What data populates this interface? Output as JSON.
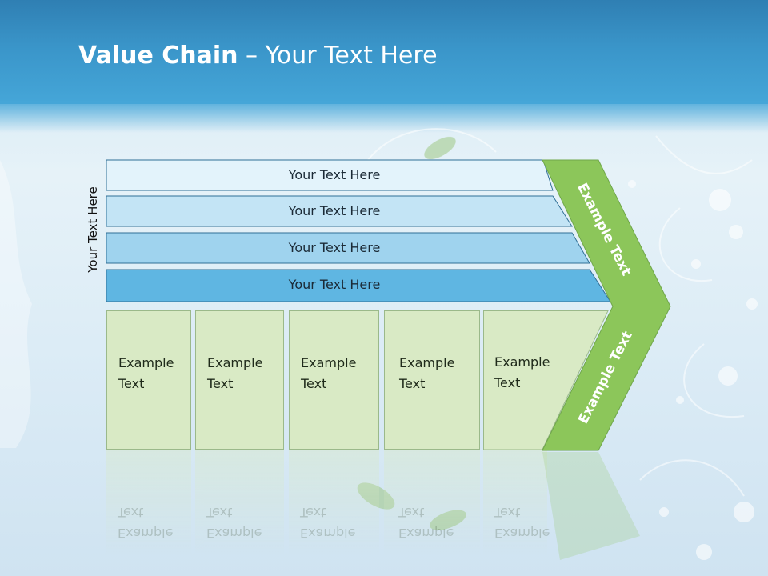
{
  "title": {
    "bold": "Value Chain",
    "rest": " – Your Text Here"
  },
  "side_label": "Your Text Here",
  "bands": [
    {
      "label": "Your Text Here",
      "fill": "#e3f3fb"
    },
    {
      "label": "Your Text Here",
      "fill": "#c3e4f5"
    },
    {
      "label": "Your Text Here",
      "fill": "#9fd3ee"
    },
    {
      "label": "Your Text Here",
      "fill": "#5fb6e2"
    }
  ],
  "boxes": [
    {
      "line1": "Example",
      "line2": "Text"
    },
    {
      "line1": "Example",
      "line2": "Text"
    },
    {
      "line1": "Example",
      "line2": "Text"
    },
    {
      "line1": "Example",
      "line2": "Text"
    },
    {
      "line1": "Example",
      "line2": "Text"
    }
  ],
  "chevron": {
    "top_label": "Example Text",
    "bottom_label": "Example Text",
    "fill": "#8cc65a"
  },
  "colors": {
    "header": "#3a95c9",
    "box_fill": "#d9eac5",
    "band_border": "#2f6f96"
  }
}
